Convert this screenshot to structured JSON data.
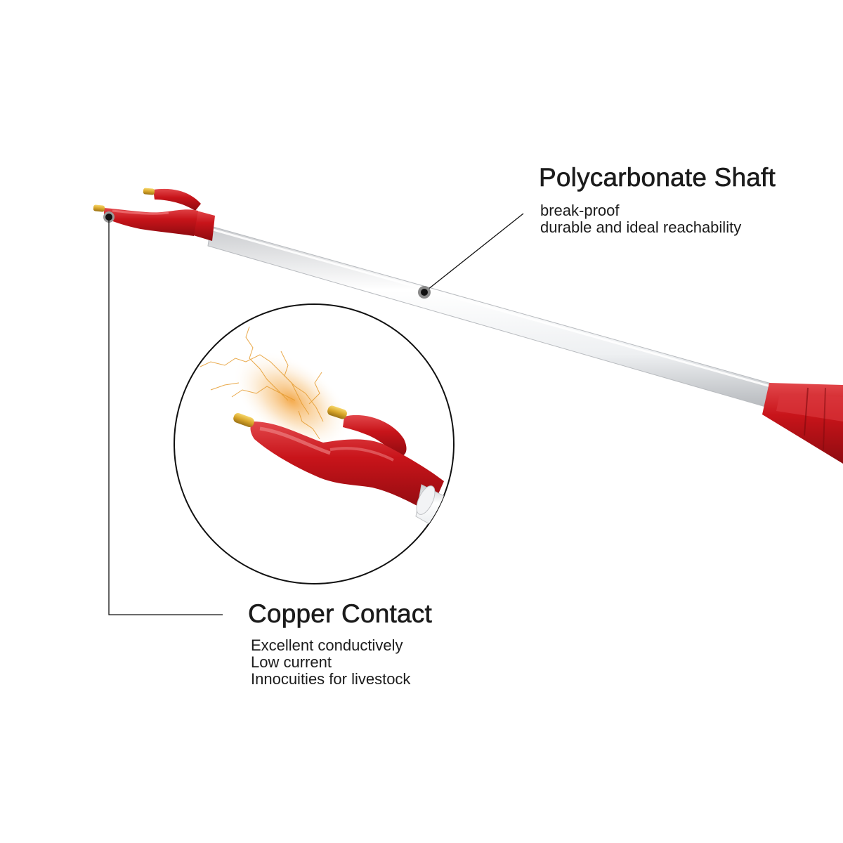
{
  "callouts": {
    "shaft": {
      "title": "Polycarbonate Shaft",
      "lines": [
        "break-proof",
        "durable and ideal reachability"
      ]
    },
    "copper": {
      "title": "Copper Contact",
      "lines": [
        "Excellent conductively",
        "Low current",
        "Innocuities for livestock"
      ]
    }
  },
  "colors": {
    "red": "#c8141a",
    "red_dark": "#8e0b10",
    "shaft": "#e9eaec",
    "gold": "#d8a62a",
    "leader": "#111111",
    "spark": "#f0a23a"
  }
}
